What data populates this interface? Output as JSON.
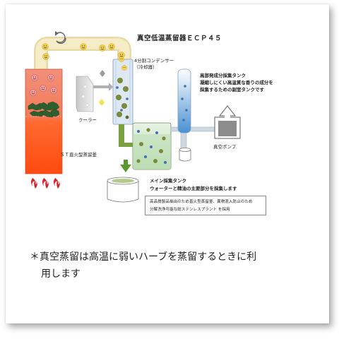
{
  "diagram": {
    "title": "真空低温蒸留器ＥＣＰ４５",
    "condenser_label_1": "4分割コンデンサー",
    "condenser_label_2": "（冷却器）",
    "side_tank_label_1": "高部発成分採集タンク",
    "side_tank_label_2": "凝縮しにくい高温質な香りの成分を",
    "side_tank_label_3": "採集するための副室タンクです",
    "cooler_label": "クーラー",
    "vacuum_pump_label": "真空ポンプ",
    "still_label": "ＳＴ直火型蒸留釜",
    "main_tank_label_1": "メイン採集タンク",
    "main_tank_label_2": "ウォーターと精油の主要部分を採集します",
    "note_line_1": "高品質製品抽出のため直火型蒸留釜、異物混入防止のため",
    "note_line_2": "分解洗浄可能な総ステンレスプラント を採用",
    "colors": {
      "still_top": "#f07a5a",
      "still_bottom": "#ff4a10",
      "pipe": "#f4e7b8",
      "condenser_glass": "#dde8f2",
      "main_tank": "#cfe7c8",
      "herb": "#2f5e2f",
      "side_tank_blue": "#3f87c8",
      "pump_grey": "#8c8c8c",
      "flame_red": "#d6202a",
      "arrow_green": "#5a9a2a"
    }
  },
  "footnote": {
    "line_1": "＊真空蒸留は高温に弱いハーブを蒸留するときに利",
    "line_2": "用します"
  }
}
